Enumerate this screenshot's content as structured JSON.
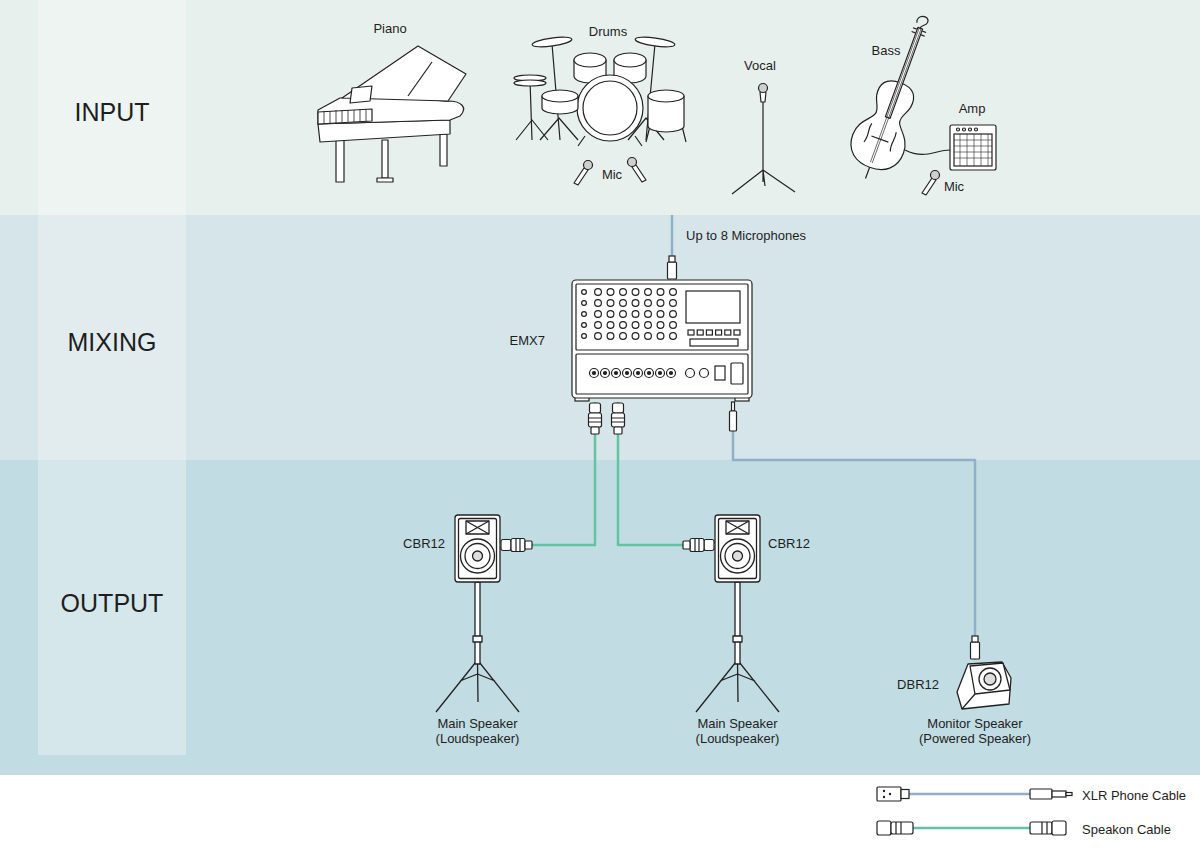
{
  "diagram": {
    "nodes": [
      {
        "text": [
          "INPUT"
        ]
      },
      {
        "text": [
          "MIXING"
        ]
      },
      {
        "text": [
          "EMX7"
        ],
        "in": 1
      },
      {
        "text": [
          "OUTPUT"
        ]
      },
      {
        "text": [
          "CBR12",
          "Main Speaker (Loudspeaker)"
        ],
        "in": 3
      },
      {
        "text": [
          "CBR12",
          "Main Speaker (Loudspeaker)"
        ],
        "in": 3
      },
      {
        "text": [
          "DBR12",
          "Monitor Speaker (Powered Speaker)"
        ],
        "in": 3
      }
    ],
    "edges": [
      {
        "from": 0,
        "to": 2,
        "label": "Up to 8 Microphones",
        "arrow": "none"
      },
      {
        "from": 2,
        "to": 4,
        "arrow": "none"
      },
      {
        "from": 2,
        "to": 5,
        "arrow": "none"
      },
      {
        "from": 2,
        "to": 6,
        "arrow": "none"
      }
    ],
    "labels": [
      "Piano",
      "Drums",
      "Mic",
      "Vocal",
      "Bass",
      "Amp",
      "Mic"
    ],
    "legend": [
      {
        "text": "XLR Phone Cable"
      },
      {
        "text": "Speakon Cable"
      }
    ]
  }
}
